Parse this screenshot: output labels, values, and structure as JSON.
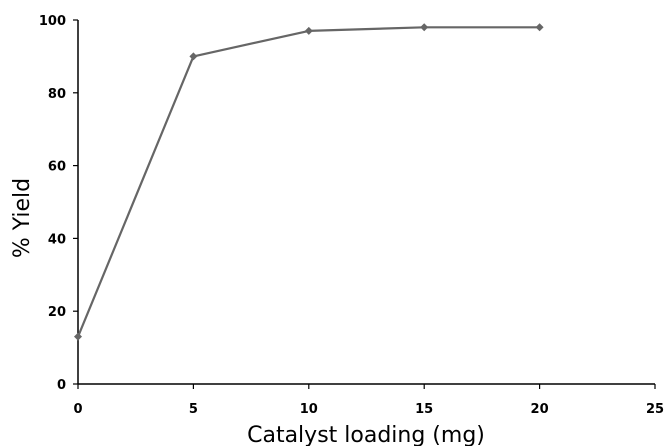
{
  "chart_data": {
    "type": "line",
    "title": "",
    "xlabel": "Catalyst loading (mg)",
    "ylabel": "% Yield",
    "xlim": [
      0,
      25
    ],
    "ylim": [
      0,
      100
    ],
    "x_ticks": [
      0,
      5,
      10,
      15,
      20,
      25
    ],
    "y_ticks": [
      0,
      20,
      40,
      60,
      80,
      100
    ],
    "grid": false,
    "legend": "none",
    "series": [
      {
        "color": "#666666",
        "marker": "diamond",
        "x": [
          0,
          5,
          10,
          15,
          20
        ],
        "y": [
          13,
          90,
          97,
          98,
          98
        ]
      }
    ]
  }
}
